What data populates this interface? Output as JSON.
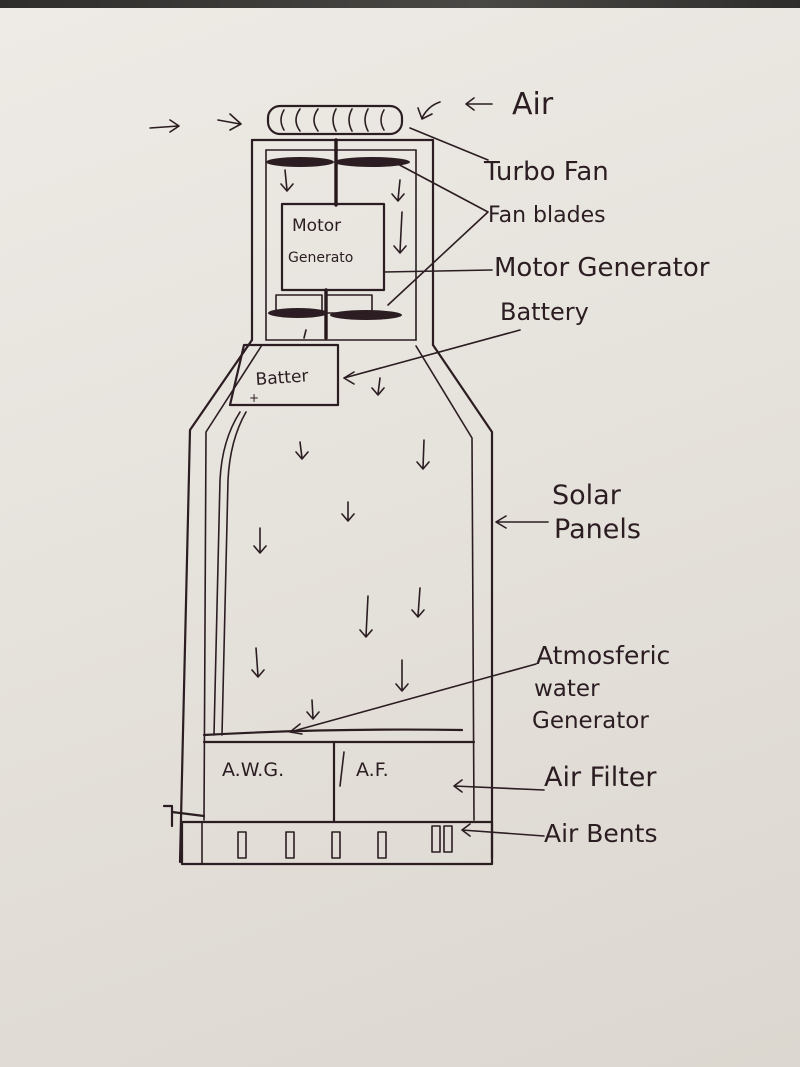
{
  "labels": {
    "air": "Air",
    "turbo_fan": "Turbo Fan",
    "fan_blades": "Fan blades",
    "motor_generator": "Motor Generator",
    "battery": "Battery",
    "solar_panels_1": "Solar",
    "solar_panels_2": "Panels",
    "awg_1": "Atmosferic",
    "awg_2": "water",
    "awg_3": "Generator",
    "air_filter": "Air Filter",
    "air_vents": "Air Bents"
  },
  "inner": {
    "motor_1": "Motor",
    "motor_2": "Generato",
    "battery": "Batter",
    "awg": "A.W.G.",
    "af": "A.F."
  },
  "colors": {
    "ink": "#2b1d22",
    "paper": "#e9e5df"
  }
}
